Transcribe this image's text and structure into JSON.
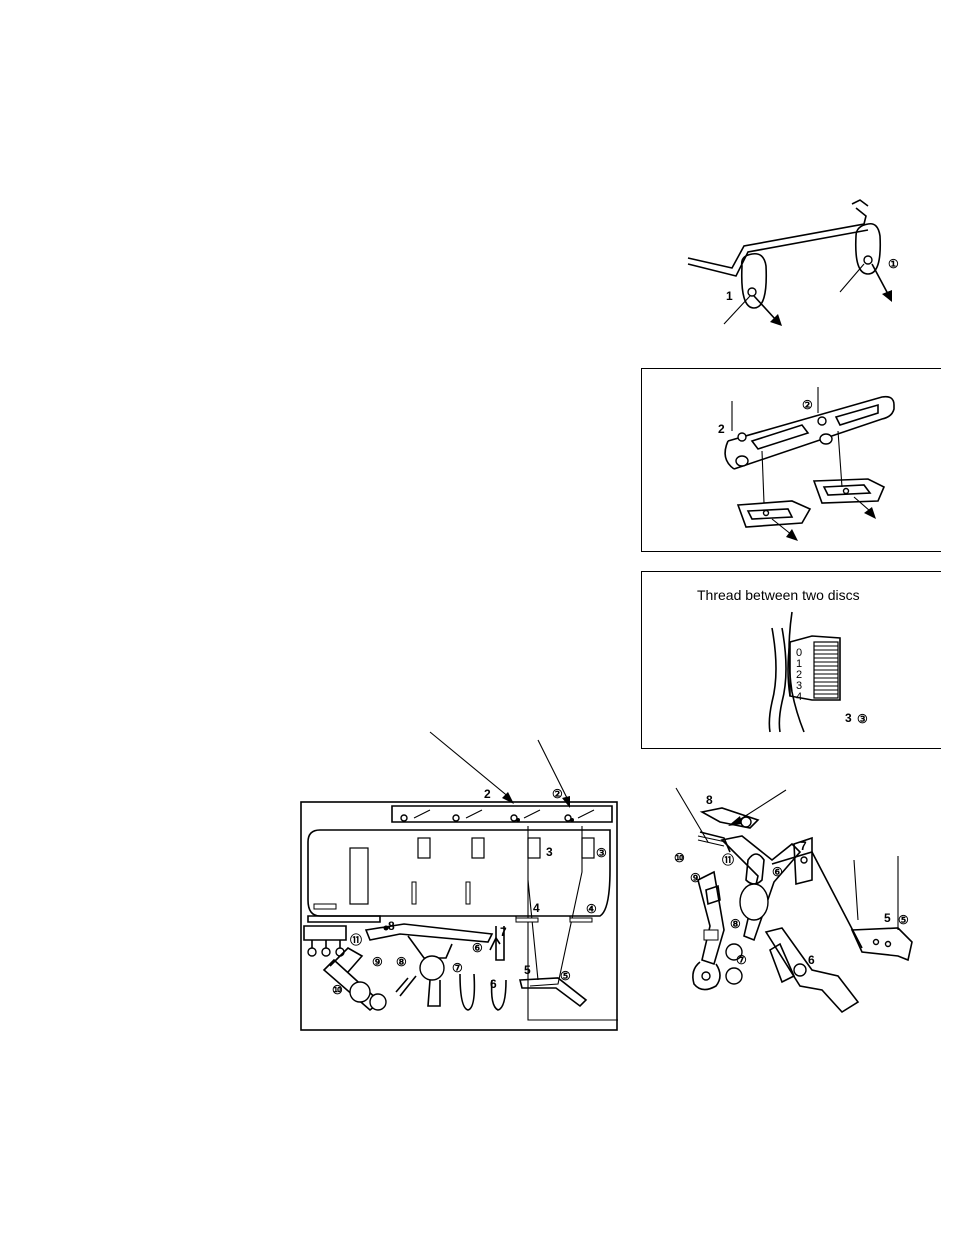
{
  "figures": {
    "thread_guide": {
      "label_num": "1",
      "label_circ": "①"
    },
    "tension_guide": {
      "label_num": "2",
      "label_circ": "②"
    },
    "tension_disc": {
      "caption": "Thread between two discs",
      "dial_numbers": [
        "0",
        "1",
        "2",
        "3",
        "4"
      ],
      "label_num": "3",
      "label_circ": "③"
    },
    "machine_front": {
      "labels": {
        "n2": "2",
        "c2": "②",
        "n3": "3",
        "c3": "③",
        "n4": "4",
        "c4": "④",
        "n5": "5",
        "c5": "⑤",
        "n6": "6",
        "c6": "⑥",
        "n7": "7",
        "c7": "⑦",
        "n8": "8",
        "c8": "⑧",
        "c9": "⑨",
        "c10": "⑩",
        "c11": "⑪"
      }
    },
    "looper_detail": {
      "labels": {
        "n8": "8",
        "c10": "⑩",
        "c11": "⑪",
        "c9": "⑨",
        "c6": "⑥",
        "n7": "7",
        "c8": "⑧",
        "c7": "⑦",
        "n6": "6",
        "n5": "5",
        "c5": "⑤"
      }
    }
  }
}
